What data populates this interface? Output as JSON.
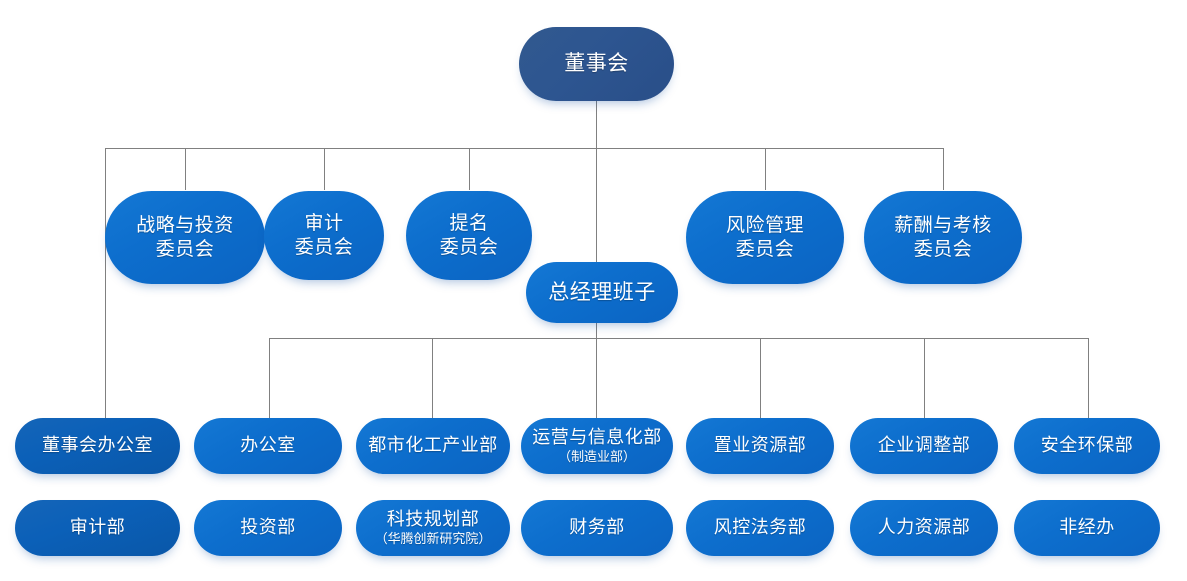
{
  "meta": {
    "title": "组织架构图",
    "colors": {
      "board_fill": "#2d5590",
      "node_fill": "#0d6ecd",
      "node_fill_alt": "#0a5fbb",
      "connector": "#808080",
      "background": "#ffffff",
      "text": "#ffffff"
    }
  },
  "board": {
    "label": "董事会"
  },
  "gm": {
    "label": "总经理班子"
  },
  "committees": [
    {
      "line1": "战略与投资",
      "line2": "委员会"
    },
    {
      "line1": "审计",
      "line2": "委员会"
    },
    {
      "line1": "提名",
      "line2": "委员会"
    },
    {
      "line1": "风险管理",
      "line2": "委员会"
    },
    {
      "line1": "薪酬与考核",
      "line2": "委员会"
    }
  ],
  "departments_row1": [
    {
      "line1": "董事会办公室",
      "line2": ""
    },
    {
      "line1": "办公室",
      "line2": ""
    },
    {
      "line1": "都市化工产业部",
      "line2": ""
    },
    {
      "line1": "运营与信息化部",
      "line2": "（制造业部）"
    },
    {
      "line1": "置业资源部",
      "line2": ""
    },
    {
      "line1": "企业调整部",
      "line2": ""
    },
    {
      "line1": "安全环保部",
      "line2": ""
    }
  ],
  "departments_row2": [
    {
      "line1": "审计部",
      "line2": ""
    },
    {
      "line1": "投资部",
      "line2": ""
    },
    {
      "line1": "科技规划部",
      "line2": "（华腾创新研究院）"
    },
    {
      "line1": "财务部",
      "line2": ""
    },
    {
      "line1": "风控法务部",
      "line2": ""
    },
    {
      "line1": "人力资源部",
      "line2": ""
    },
    {
      "line1": "非经办",
      "line2": ""
    }
  ]
}
